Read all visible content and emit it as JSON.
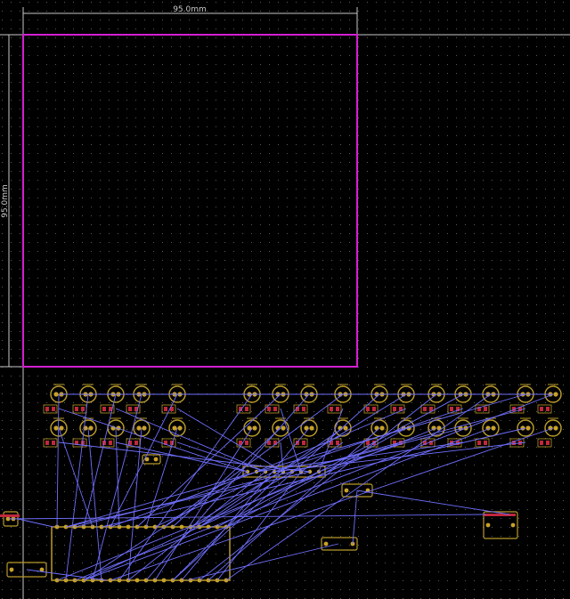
{
  "app": {
    "view": "pcb-layout-editor"
  },
  "colors": {
    "background": "#000000",
    "grid_dot": "#5a5a5a",
    "board_outline": "#d21fd2",
    "dimension_line": "#c8c8c8",
    "ratsnest": "#6f6fff",
    "footprint_outline": "#b89a2a",
    "pad_red": "#c0283c",
    "pad_gold": "#c9a227"
  },
  "dimensions": {
    "horizontal_label": "95.0mm",
    "vertical_label": "95.0mm"
  },
  "icons": {
    "board": "board-outline-icon",
    "led": "led-footprint-icon",
    "ic": "dip-ic-footprint-icon",
    "connector": "connector-footprint-icon"
  }
}
